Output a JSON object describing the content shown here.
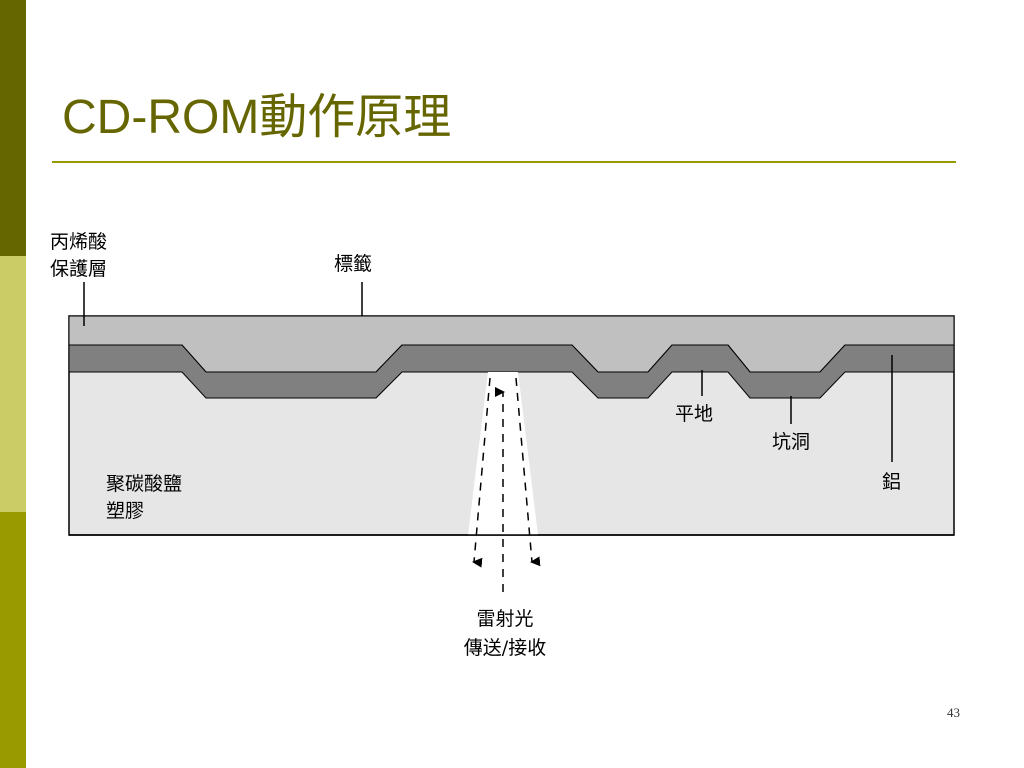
{
  "slide": {
    "title": "CD-ROM動作原理",
    "page_number": "43"
  },
  "diagram": {
    "labels": {
      "acrylic_line1": "丙烯酸",
      "acrylic_line2": "保護層",
      "label": "標籤",
      "land": "平地",
      "pit": "坑洞",
      "aluminum": "鋁",
      "polycarbonate_line1": "聚碳酸鹽",
      "polycarbonate_line2": "塑膠",
      "laser_line1": "雷射光",
      "laser_line2": "傳送/接收"
    }
  },
  "colors": {
    "band_dark": "#666600",
    "band_light": "#cccc66",
    "band_mid": "#999900",
    "acrylic_layer": "#c0c0c0",
    "aluminum_layer": "#808080",
    "polycarbonate": "#e6e6e6",
    "laser_beam": "#ffffff"
  }
}
